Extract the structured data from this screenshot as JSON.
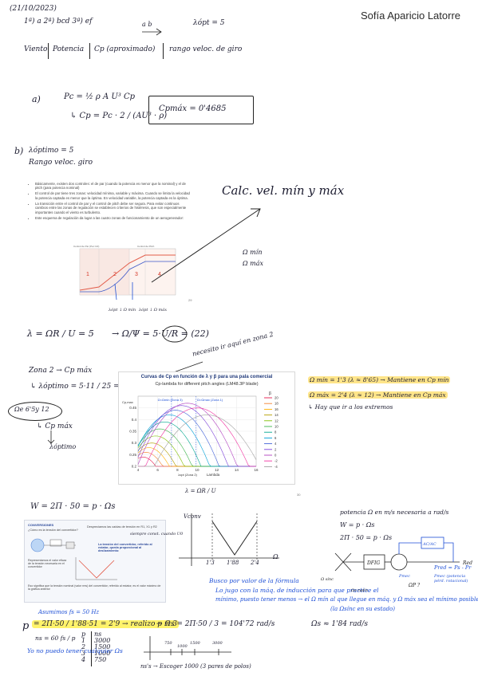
{
  "header": {
    "date": "(21/10/2023)",
    "author": "Sofía Aparicio Latorre",
    "line1": "1ª) a   2ª) bcd   3ª) ef",
    "ab": "a  b",
    "lambda_opt": "λópt = 5"
  },
  "table_headers": [
    "Viento",
    "Potencia",
    "Cp (aproximado)",
    "rango veloc. de giro"
  ],
  "section_a": {
    "label": "a)",
    "formula1": "Pc = ½ ρ A U³ Cp",
    "formula2": "↳ Cp = Pc · 2 / (AU³ · ρ)",
    "boxed": "Cpmáx = 0'4685"
  },
  "section_b": {
    "label": "b)",
    "lambda": "λóptimo = 5",
    "rango": "Rango veloc. giro",
    "note_right": "Calc. vel. mín y máx",
    "omega_min": "Ω mín",
    "omega_max": "Ω máx",
    "slide_bullets": [
      "Básicamente, existen dos controles: el de par (cuando la potencia es menor que la nominal) y el de pitch (para potencia nominal)",
      "El control de par tiene tres zonas: velocidad mínima, variable y máxima. Cuando se limita la velocidad la potencia captada es menor que la óptima. En velocidad variable, la potencia captada es la óptima.",
      "La transición entre el control de par y el control de pitch debe ser segura. Para evitar continuos cambios entre las zonas de regulación se establecen criterios de histéresis, que son especialmente importantes cuando el viento es turbulento.",
      "Este esquema de regulación da lugar a las cuatro zonas de funcionamiento de un aerogenerador:"
    ],
    "slide_zones": [
      "1",
      "2",
      "3",
      "4"
    ],
    "slide_chart_title_left": "Control de Par (Par Ctrl)",
    "slide_chart_title_right": "Control de Pitch",
    "slide_label_a": "λópt ↓ Ω mín",
    "slide_label_b": "λópt ↓ Ω máx",
    "slide_page": "29"
  },
  "lambda_eq": {
    "eq1": "λ = ΩR / U = 5",
    "eq2": "→ Ω/Ψ = 5·U/R = (22)"
  },
  "zone2": {
    "zona": "Zona 2 → Cp máx",
    "calc": "↳ λóptimo = 5·11 / 25 = 2'2",
    "circle": "Ωe 6'5y 12",
    "cp_max": "↳ Cp máx",
    "optimo": "λóptimo",
    "arrow_note": "necesito ir aquí en zona 2",
    "right1": "Ω mín = 1'3 (λ ≈ 8'65) → Mantiene en Cp mín",
    "right2": "Ω máx = 2'4 (λ ≈ 12) → Mantiene en Cp máx",
    "right3": "↳ Hay que ir a los extremos"
  },
  "chart": {
    "title": "Curvas de Cp en función de λ y β para una pala comercial",
    "subtitle": "Cp-lambda for different pitch angles (LM48.3P blade)",
    "zone_labels": [
      "Ω=Ωmin (Zona 3)",
      "Ω=Ωmax (Zona 1)"
    ],
    "xlabel": "Lambda",
    "xzone": "λopt (Zona 2)",
    "cp_max_label": "Cp,max",
    "below": "λ = ΩR / U",
    "page": "30"
  },
  "chart_data": {
    "type": "line",
    "xlim": [
      4,
      16
    ],
    "ylim": [
      0.2,
      0.5
    ],
    "x_ticks": [
      4,
      6,
      8,
      10,
      12,
      14,
      16
    ],
    "y_ticks": [
      0.2,
      0.25,
      0.3,
      0.35,
      0.4,
      0.45
    ],
    "legend_title": "β",
    "legend": [
      "20",
      "18",
      "16",
      "14",
      "12",
      "10",
      "8",
      "6",
      "4",
      "2",
      "0",
      "-2",
      "-4"
    ],
    "series": [
      {
        "name": "20",
        "peak_x": 4.5,
        "peak_y": 0.24
      },
      {
        "name": "18",
        "peak_x": 4.8,
        "peak_y": 0.26
      },
      {
        "name": "16",
        "peak_x": 5.1,
        "peak_y": 0.28
      },
      {
        "name": "14",
        "peak_x": 5.4,
        "peak_y": 0.3
      },
      {
        "name": "12",
        "peak_x": 5.8,
        "peak_y": 0.33
      },
      {
        "name": "10",
        "peak_x": 6.2,
        "peak_y": 0.36
      },
      {
        "name": "8",
        "peak_x": 6.7,
        "peak_y": 0.39
      },
      {
        "name": "6",
        "peak_x": 7.2,
        "peak_y": 0.42
      },
      {
        "name": "4",
        "peak_x": 7.8,
        "peak_y": 0.44
      },
      {
        "name": "2",
        "peak_x": 8.4,
        "peak_y": 0.46
      },
      {
        "name": "0",
        "peak_x": 9.0,
        "peak_y": 0.47
      },
      {
        "name": "-2",
        "peak_x": 10.0,
        "peak_y": 0.45
      },
      {
        "name": "-4",
        "peak_x": 11.0,
        "peak_y": 0.42
      }
    ],
    "colors": [
      "#e6194b",
      "#f58231",
      "#ffb000",
      "#b5a000",
      "#7fbf00",
      "#3cb44b",
      "#00a88f",
      "#00a0d6",
      "#4363d8",
      "#7a3fd8",
      "#b040c0",
      "#f032a0",
      "#a0a0a0"
    ]
  },
  "section_c": {
    "omega_eq": "W = 2Π · 50 = p · Ωs",
    "small_panel_title": "CONVERSIONES",
    "small_panel_bullets": [
      "¿Cómo es la tensión del convertidor?",
      "Representamos el valor eficaz de la tensión necesaria en el convertidor",
      "Eso significa que la tensión nominal (valor rms) del convertidor, referido al estator, es el valor máximo de la gráfica anterior"
    ],
    "slide_mid": "Despreciamos las caídas de tensión en R1, X1 y R2",
    "slide_mid2": "siempre const. cuando U0",
    "slide_mid3": "La tensión del convertidor, referido al estator, queda proporcional al deslizamiento:",
    "v_label": "Vconv",
    "axis_ticks": [
      "1'3",
      "1'88",
      "2'4"
    ],
    "axis_x": "Ω",
    "blue_note1": "Busco por valor de la fórmula",
    "blue_note2": "Lo jugo con la máq. de inducción para que practice el",
    "blue_note3": "mínimo, puesto tener menos → el Ω mín al que llegue en máq. y Ω máx sea el mínimo posible",
    "blue_note4": "(la Ωsínc en su estado)",
    "right_head": "potencia Ω en m/s necesaria a rad/s",
    "right_eq1": "W = p · Ωs",
    "right_eq2": "2Π · 50 = p · Ωs",
    "diagram_labels": [
      "DFIG",
      "AC/AC",
      "Red",
      "Pmec",
      "Pred = Ps - Pr",
      "Pmec (potencia pérd. rotacional)",
      "Ω sínc",
      "ΩP ?",
      "Ωs rad/s"
    ],
    "p_eq_label": "p",
    "p_eq": "= 2Π·50 / 1'88·51 = 2'9 → realizo p = 3",
    "p_note": "Asumimos fs = 50 Hz",
    "omega_s": "→ Ωs = 2Π·50 / 3 = 104'72 rad/s",
    "omega_s2": "Ωs ≈ 1'84 rad/s",
    "ns_label": "ns = 60 fs / p",
    "ns_values": [
      "p",
      "1",
      "2",
      "3",
      "4"
    ],
    "ns_results": [
      "ns",
      "3000",
      "1500",
      "1000",
      "750"
    ],
    "bottom_note": "Yo no puedo tener cualquier Ωs",
    "bottom_axis": "ns's → Escoger 1000 (3 pares de polos)",
    "bottom_ticks": [
      "750",
      "1000",
      "1500",
      "3000"
    ]
  }
}
